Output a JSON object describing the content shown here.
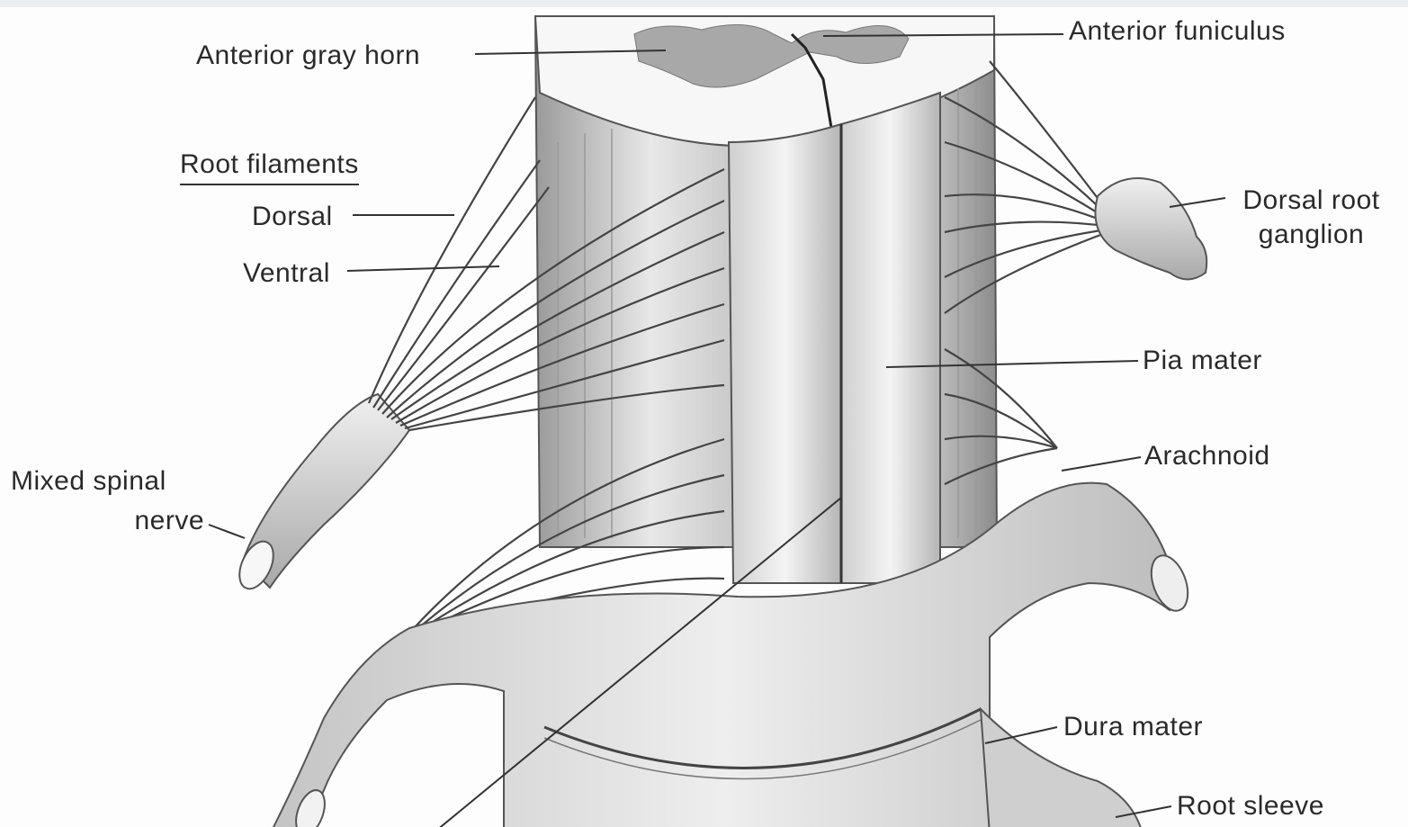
{
  "labels": {
    "anterior_gray_horn": "Anterior gray horn",
    "anterior_funiculus": "Anterior funiculus",
    "root_filaments": "Root filaments",
    "dorsal": "Dorsal",
    "ventral": "Ventral",
    "dorsal_root_ganglion_line1": "Dorsal root",
    "dorsal_root_ganglion_line2": "ganglion",
    "pia_mater": "Pia mater",
    "arachnoid": "Arachnoid",
    "mixed_spinal_nerve_line1": "Mixed spinal",
    "mixed_spinal_nerve_line2": "nerve",
    "dura_mater": "Dura mater",
    "root_sleeve": "Root sleeve"
  },
  "colors": {
    "ink": "#2a2a2a",
    "leader": "#333333",
    "cord_light": "#f2f2f2",
    "cord_mid": "#c9c9c9",
    "cord_dark": "#8a8a8a",
    "gray_matter": "#a8a8a8"
  }
}
